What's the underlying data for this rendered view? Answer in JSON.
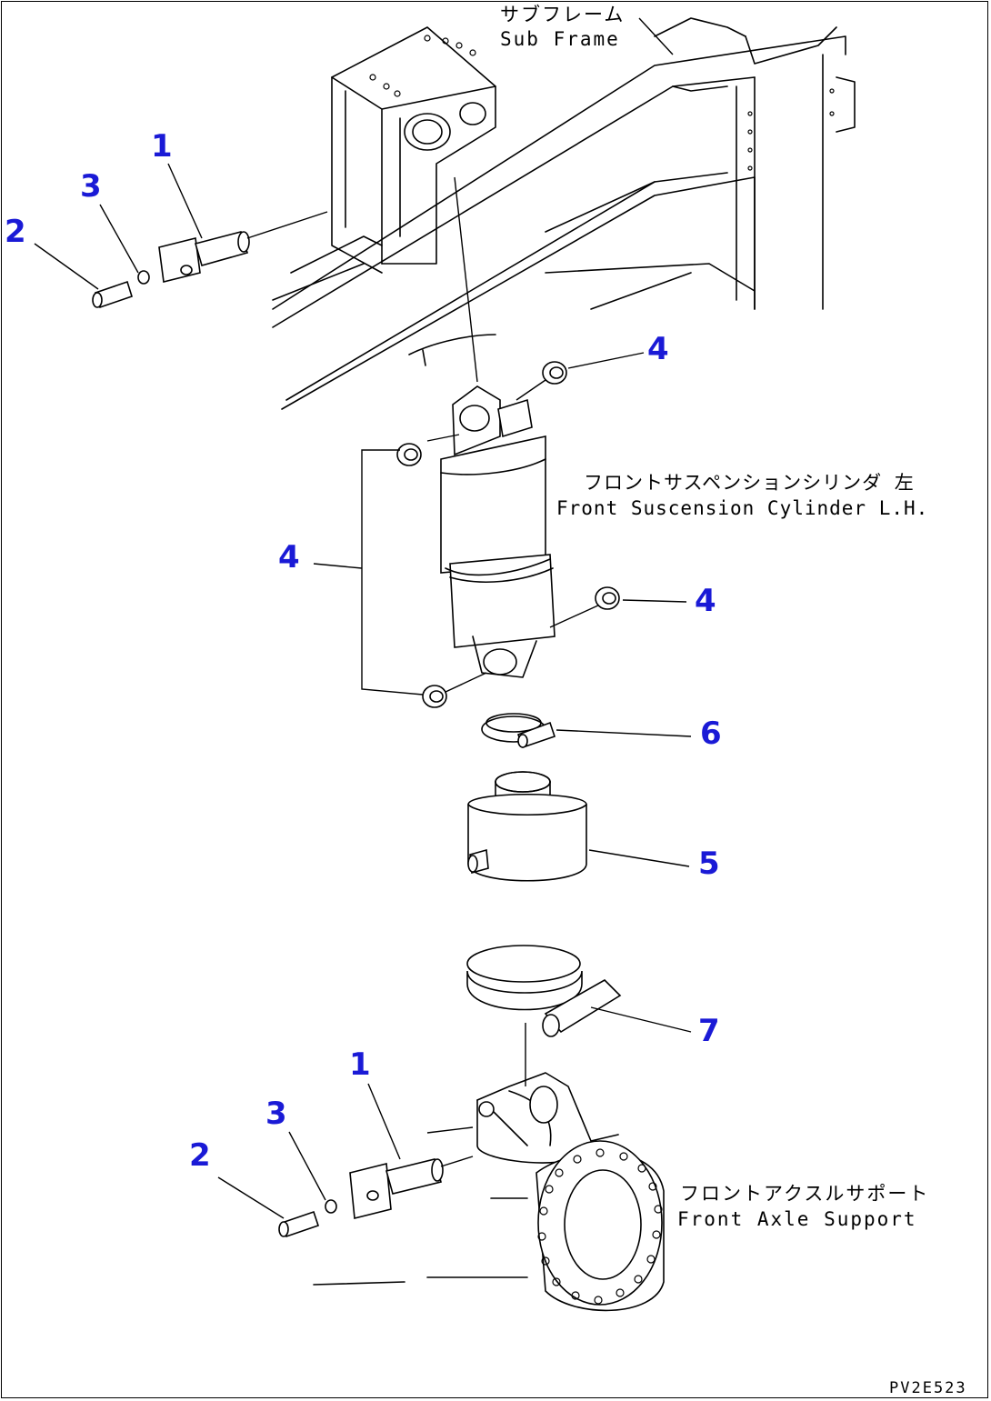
{
  "callouts": {
    "c1_top": "1",
    "c2_top": "2",
    "c3_top": "3",
    "c4_upper": "4",
    "c4_left": "4",
    "c4_right": "4",
    "c6": "6",
    "c5": "5",
    "c7": "7",
    "c1_bottom": "1",
    "c2_bottom": "2",
    "c3_bottom": "3"
  },
  "labels": {
    "sub_frame_jp": "サブフレーム",
    "sub_frame_en": "Sub Frame",
    "cylinder_jp": "フロントサスペンションシリンダ 左",
    "cylinder_en": "Front Suscension Cylinder L.H.",
    "axle_support_jp": "フロントアクスルサポート",
    "axle_support_en": "Front Axle Support"
  },
  "drawing_code": "PV2E523",
  "colors": {
    "callout": "#1a1ad6",
    "line": "#000000",
    "background": "#ffffff"
  }
}
